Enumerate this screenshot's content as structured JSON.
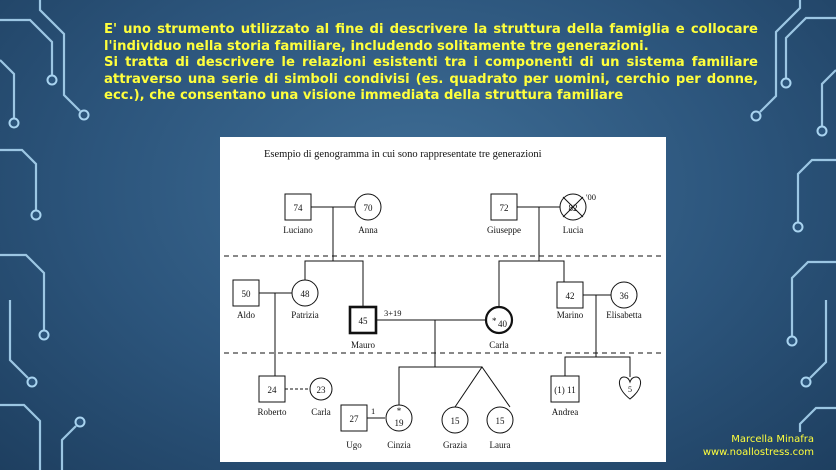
{
  "slide": {
    "paragraph_1": "E' uno strumento utilizzato al fine di descrivere la struttura della famiglia e collocare l'individuo nella storia familiare, includendo solitamente tre generazioni.",
    "paragraph_2": "Si tratta di descrivere le relazioni esistenti tra i componenti di un sistema familiare attraverso una serie di simboli condivisi (es. quadrato per uomini, cerchio per donne, ecc.), che consentano una visione immediata della struttura familiare",
    "author_name": "Marcella Minafra",
    "author_site": "www.noallostress.com",
    "text_color": "#ffff3c"
  },
  "genogram": {
    "title": "Esempio di genogramma in cui sono rappresentate tre generazioni",
    "people": {
      "luciano": {
        "name": "Luciano",
        "age": "74"
      },
      "anna": {
        "name": "Anna",
        "age": "70"
      },
      "giuseppe": {
        "name": "Giuseppe",
        "age": "72"
      },
      "lucia": {
        "name": "Lucia",
        "age": "82",
        "note": "'00"
      },
      "aldo": {
        "name": "Aldo",
        "age": "50"
      },
      "patrizia": {
        "name": "Patrizia",
        "age": "48"
      },
      "mauro": {
        "name": "Mauro",
        "age": "45"
      },
      "carla_gen2": {
        "name": "Carla",
        "age": "40",
        "mark": "*"
      },
      "marino": {
        "name": "Marino",
        "age": "42"
      },
      "elisabetta": {
        "name": "Elisabetta",
        "age": "36"
      },
      "roberto": {
        "name": "Roberto",
        "age": "24"
      },
      "carla_gen3": {
        "name": "Carla",
        "age": "23"
      },
      "ugo": {
        "name": "Ugo",
        "age": "27"
      },
      "cinzia": {
        "name": "Cinzia",
        "age": "19",
        "mark": "*"
      },
      "grazia": {
        "name": "Grazia",
        "age": "15"
      },
      "laura": {
        "name": "Laura",
        "age": "15"
      },
      "andrea": {
        "name": "Andrea",
        "age": "(1) 11"
      },
      "unborn": {
        "age": "5"
      }
    },
    "relations": {
      "mauro_carla_marriage": "3+19",
      "ugo_cinzia_link": "1"
    }
  }
}
